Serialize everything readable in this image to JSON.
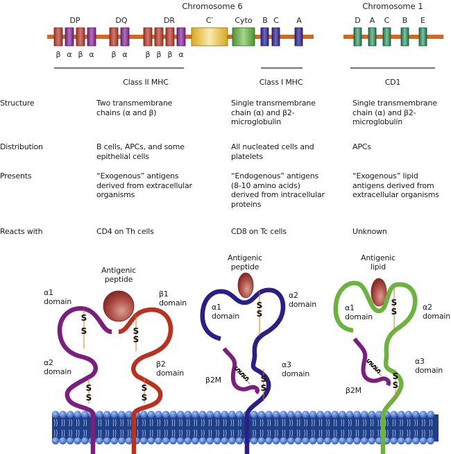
{
  "chromosome6": {
    "title": "Chromosome 6",
    "groups": [
      {
        "label": "DP",
        "genes": [
          {
            "type": "beta",
            "label": "β"
          },
          {
            "type": "alpha",
            "label": "α"
          },
          {
            "type": "beta",
            "label": "β"
          },
          {
            "type": "alpha",
            "label": "α"
          }
        ]
      },
      {
        "label": "DQ",
        "genes": [
          {
            "type": "beta",
            "label": "β"
          },
          {
            "type": "alpha",
            "label": "α"
          }
        ]
      },
      {
        "label": "DR",
        "genes": [
          {
            "type": "beta",
            "label": "β"
          },
          {
            "type": "beta",
            "label": "β"
          },
          {
            "type": "beta",
            "label": "β"
          },
          {
            "type": "alpha",
            "label": "α"
          }
        ]
      },
      {
        "label": "C′",
        "genes": [
          {
            "type": "complement",
            "label": ""
          }
        ]
      },
      {
        "label": "Cyto",
        "genes": [
          {
            "type": "cytokine",
            "label": ""
          }
        ]
      },
      {
        "label": "B",
        "genes": [
          {
            "type": "classI",
            "label": ""
          }
        ]
      },
      {
        "label": "C",
        "genes": [
          {
            "type": "classI",
            "label": ""
          }
        ]
      },
      {
        "label": "A",
        "genes": [
          {
            "type": "classI",
            "label": ""
          }
        ]
      }
    ]
  },
  "chromosome1": {
    "title": "Chromosome 1",
    "genes": [
      "D",
      "A",
      "C",
      "B",
      "E"
    ]
  },
  "colors": {
    "chromosome_line": "#d2691e",
    "beta_gene": "#b5463a",
    "alpha_gene": "#8e3a9a",
    "complement_gene": "#e8c53a",
    "cytokine_gene": "#5aa63e",
    "classI_gene": "#3a2f8f",
    "cd1_gene": "#2f8a5e",
    "classII_alpha_chain": "#7a1f7e",
    "classII_beta_chain": "#b8321f",
    "classI_chain": "#2a1f85",
    "cd1_chain": "#6bb23f",
    "b2m_chain": "#7a1f7e",
    "antigen": "#a8453d",
    "membrane": "#1f3f86",
    "membrane_head": "#5b86d6",
    "disulfide": "#e0781c"
  },
  "columns": [
    {
      "header": "Class II MHC"
    },
    {
      "header": "Class I MHC"
    },
    {
      "header": "CD1"
    }
  ],
  "rows": [
    {
      "label": "Structure",
      "cells": [
        [
          "Two transmembrane",
          "chains (α and β)"
        ],
        [
          "Single transmembrane",
          "chain (α) and β2-",
          "microglobulin"
        ],
        [
          "Single transmembrane",
          "chain (α) and β2-",
          "microglobulin"
        ]
      ]
    },
    {
      "label": "Distribution",
      "cells": [
        [
          "B cells, APCs, and some",
          "epithelial cells"
        ],
        [
          "All nucleated cells and",
          "platelets"
        ],
        [
          "APCs"
        ]
      ]
    },
    {
      "label": "Presents",
      "cells": [
        [
          "“Exogenous” antigens",
          "derived from extracellular",
          "organisms"
        ],
        [
          "“Endogenous” antigens",
          "(8-10 amino acids)",
          "derived from intracellular",
          "proteins"
        ],
        [
          "“Exogenous” lipid",
          "antigens derived from",
          "extracellular organisms"
        ]
      ]
    },
    {
      "label": "Reacts with",
      "cells": [
        [
          "CD4 on Th cells"
        ],
        [
          "CD8 on Tc cells"
        ],
        [
          "Unknown"
        ]
      ]
    }
  ],
  "structures": {
    "classII": {
      "antigen_label": [
        "Antigenic",
        "peptide"
      ],
      "labels": {
        "a1": [
          "α1",
          "domain"
        ],
        "a2": [
          "α2",
          "domain"
        ],
        "b1": [
          "β1",
          "domain"
        ],
        "b2": [
          "β2",
          "domain"
        ]
      }
    },
    "classI": {
      "antigen_label": [
        "Antigenic",
        "peptide"
      ],
      "labels": {
        "a1": [
          "α1",
          "domain"
        ],
        "a2": [
          "α2",
          "domain"
        ],
        "a3": [
          "α3",
          "domain"
        ],
        "b2m": "β2M"
      }
    },
    "cd1": {
      "antigen_label": [
        "Antigenic",
        "lipid"
      ],
      "labels": {
        "a1": [
          "α1",
          "domain"
        ],
        "a2": [
          "α2",
          "domain"
        ],
        "a3": [
          "α3",
          "domain"
        ],
        "b2m": "β2M"
      }
    },
    "disulfide_symbol": "S"
  }
}
